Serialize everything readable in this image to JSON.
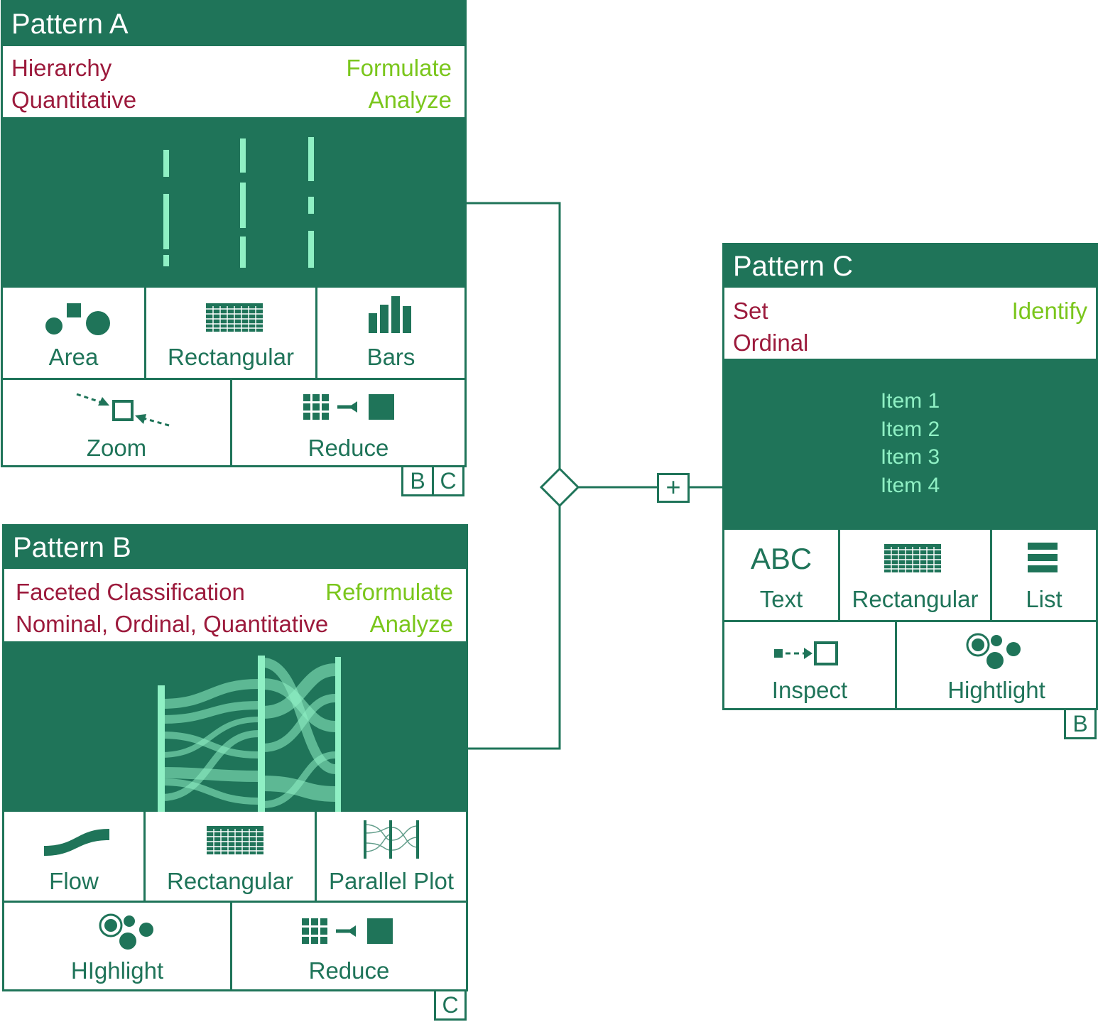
{
  "colors": {
    "primary": "#1f7459",
    "data_type": "#9c1a3c",
    "task": "#7ac61c",
    "viz_accent": "#8ff0c4"
  },
  "pattern_a": {
    "title": "Pattern A",
    "data_types": [
      "Hierarchy",
      "Quantitative"
    ],
    "tasks": [
      "Formulate",
      "Analyze"
    ],
    "idioms": [
      {
        "label": "Area",
        "icon": "area-shapes-icon"
      },
      {
        "label": "Rectangular",
        "icon": "grid-table-icon"
      },
      {
        "label": "Bars",
        "icon": "bar-chart-icon"
      }
    ],
    "interactions": [
      {
        "label": "Zoom",
        "icon": "zoom-arrows-icon"
      },
      {
        "label": "Reduce",
        "icon": "grid-reduce-icon"
      }
    ],
    "links": [
      "B",
      "C"
    ]
  },
  "pattern_b": {
    "title": "Pattern B",
    "data_types": [
      "Faceted Classification",
      "Nominal, Ordinal, Quantitative"
    ],
    "tasks": [
      "Reformulate",
      "Analyze"
    ],
    "idioms": [
      {
        "label": "Flow",
        "icon": "flow-curve-icon"
      },
      {
        "label": "Rectangular",
        "icon": "grid-table-icon"
      },
      {
        "label": "Parallel Plot",
        "icon": "parallel-plot-icon"
      }
    ],
    "interactions": [
      {
        "label": "HIghlight",
        "icon": "highlight-dots-icon"
      },
      {
        "label": "Reduce",
        "icon": "grid-reduce-icon"
      }
    ],
    "links": [
      "C"
    ]
  },
  "pattern_c": {
    "title": "Pattern C",
    "data_types": [
      "Set",
      "Ordinal"
    ],
    "tasks": [
      "Identify"
    ],
    "items": [
      "Item 1",
      "Item 2",
      "Item 3",
      "Item 4"
    ],
    "idioms": [
      {
        "label": "Text",
        "glyph": "ABC",
        "icon": "abc-text-icon"
      },
      {
        "label": "Rectangular",
        "icon": "grid-table-icon"
      },
      {
        "label": "List",
        "icon": "list-lines-icon"
      }
    ],
    "interactions": [
      {
        "label": "Inspect",
        "icon": "inspect-arrow-icon"
      },
      {
        "label": "Hightlight",
        "icon": "highlight-dots-icon"
      }
    ],
    "links": [
      "B"
    ]
  },
  "connector": {
    "join": "diamond",
    "combine_symbol": "+"
  }
}
